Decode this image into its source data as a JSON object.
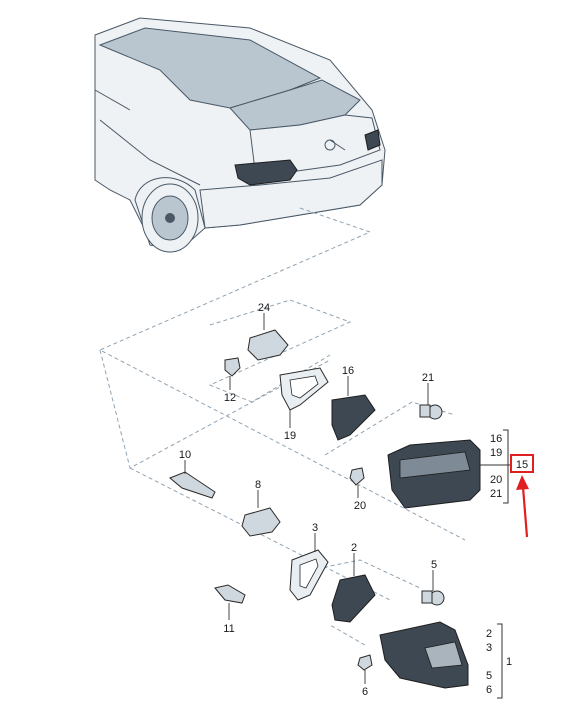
{
  "callouts": {
    "c24": "24",
    "c12": "12",
    "c19": "19",
    "c16": "16",
    "c21": "21",
    "c10": "10",
    "c20": "20",
    "c8": "8",
    "c3": "3",
    "c2": "2",
    "c5": "5",
    "c11": "11",
    "c6": "6"
  },
  "group_inner": {
    "item_a": "16",
    "item_b": "19",
    "item_c": "20",
    "item_d": "21",
    "highlight": "15"
  },
  "group_outer": {
    "item_a": "2",
    "item_b": "3",
    "item_c": "5",
    "item_d": "6",
    "assembly": "1"
  },
  "colors": {
    "highlight_box": "#e02020",
    "arrow": "#e02020"
  }
}
